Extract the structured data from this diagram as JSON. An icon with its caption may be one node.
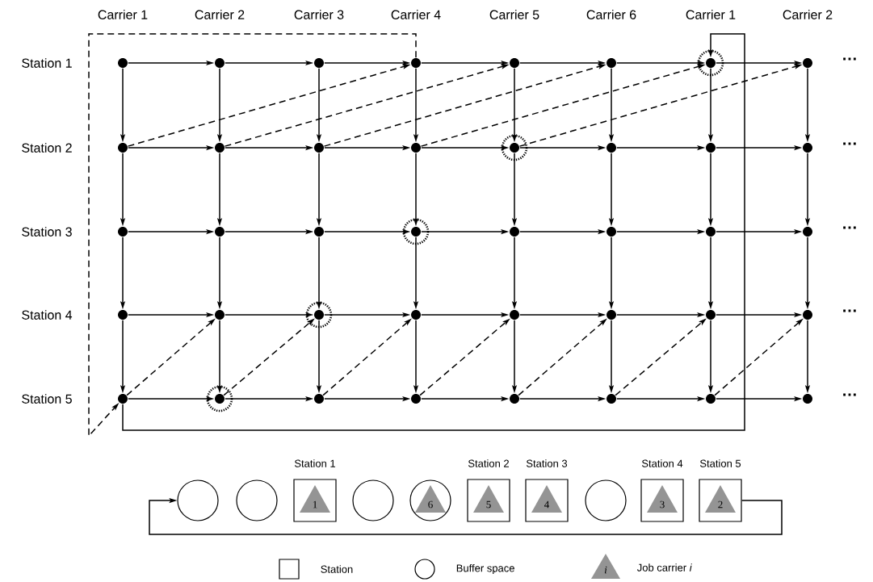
{
  "diagram": {
    "nodes": [
      {
        "text": [],
        "shape": "circle"
      },
      {
        "text": [],
        "shape": "circle"
      },
      {
        "text": [],
        "shape": "circle"
      },
      {
        "text": [],
        "shape": "circle"
      },
      {
        "text": [],
        "shape": "circle"
      },
      {
        "text": [],
        "shape": "circle"
      },
      {
        "text": [],
        "shape": "circle"
      },
      {
        "text": [],
        "shape": "circle"
      },
      {
        "text": [],
        "shape": "circle"
      },
      {
        "text": [],
        "shape": "circle"
      },
      {
        "text": [],
        "shape": "circle"
      },
      {
        "text": [],
        "shape": "circle"
      },
      {
        "text": [],
        "shape": "circle"
      },
      {
        "text": [],
        "shape": "circle"
      },
      {
        "text": [],
        "shape": "circle"
      },
      {
        "text": [],
        "shape": "circle"
      },
      {
        "text": [],
        "shape": "circle"
      },
      {
        "text": [],
        "shape": "circle"
      },
      {
        "text": [],
        "shape": "circle"
      },
      {
        "text": [],
        "shape": "circle"
      },
      {
        "text": [],
        "shape": "circle"
      },
      {
        "text": [],
        "shape": "circle"
      },
      {
        "text": [],
        "shape": "circle"
      },
      {
        "text": [],
        "shape": "circle"
      },
      {
        "text": [],
        "shape": "circle"
      },
      {
        "text": [],
        "shape": "circle"
      },
      {
        "text": [],
        "shape": "circle"
      },
      {
        "text": [],
        "shape": "circle"
      },
      {
        "text": [],
        "shape": "circle"
      },
      {
        "text": [],
        "shape": "circle"
      },
      {
        "text": [],
        "shape": "circle"
      },
      {
        "text": [],
        "shape": "circle"
      },
      {
        "text": [],
        "shape": "circle"
      },
      {
        "text": [],
        "shape": "circle"
      },
      {
        "text": [],
        "shape": "circle"
      },
      {
        "text": [],
        "shape": "circle"
      },
      {
        "text": [],
        "shape": "circle"
      },
      {
        "text": [],
        "shape": "circle"
      },
      {
        "text": [],
        "shape": "circle"
      },
      {
        "text": [],
        "shape": "circle"
      },
      {
        "text": [],
        "shape": "circle"
      },
      {
        "text": [],
        "shape": "circle"
      },
      {
        "text": [
          "Station 1",
          "1"
        ]
      },
      {
        "text": [],
        "shape": "circle"
      },
      {
        "text": [
          "6"
        ]
      },
      {
        "text": [
          "Station 2",
          "5"
        ]
      },
      {
        "text": [
          "Station 3",
          "4"
        ]
      },
      {
        "text": [],
        "shape": "circle"
      },
      {
        "text": [
          "Station 4",
          "3"
        ]
      },
      {
        "text": [
          "Station 5",
          "2"
        ]
      }
    ],
    "edges": [
      {
        "from": 0,
        "to": 1,
        "arrow": "to"
      },
      {
        "from": 1,
        "to": 2,
        "arrow": "to"
      },
      {
        "from": 2,
        "to": 3,
        "arrow": "to"
      },
      {
        "from": 3,
        "to": 4,
        "arrow": "to"
      },
      {
        "from": 4,
        "to": 5,
        "arrow": "to"
      },
      {
        "from": 5,
        "to": 6,
        "arrow": "to"
      },
      {
        "from": 6,
        "to": 7,
        "arrow": "to"
      },
      {
        "from": 8,
        "to": 9,
        "arrow": "to"
      },
      {
        "from": 9,
        "to": 10,
        "arrow": "to"
      },
      {
        "from": 10,
        "to": 11,
        "arrow": "to"
      },
      {
        "from": 11,
        "to": 12,
        "arrow": "to"
      },
      {
        "from": 12,
        "to": 13,
        "arrow": "to"
      },
      {
        "from": 13,
        "to": 14,
        "arrow": "to"
      },
      {
        "from": 14,
        "to": 15,
        "arrow": "to"
      },
      {
        "from": 16,
        "to": 17,
        "arrow": "to"
      },
      {
        "from": 17,
        "to": 18,
        "arrow": "to"
      },
      {
        "from": 18,
        "to": 19,
        "arrow": "to"
      },
      {
        "from": 19,
        "to": 20,
        "arrow": "to"
      },
      {
        "from": 20,
        "to": 21,
        "arrow": "to"
      },
      {
        "from": 21,
        "to": 22,
        "arrow": "to"
      },
      {
        "from": 22,
        "to": 23,
        "arrow": "to"
      },
      {
        "from": 24,
        "to": 25,
        "arrow": "to"
      },
      {
        "from": 25,
        "to": 26,
        "arrow": "to"
      },
      {
        "from": 26,
        "to": 27,
        "arrow": "to"
      },
      {
        "from": 27,
        "to": 28,
        "arrow": "to"
      },
      {
        "from": 28,
        "to": 29,
        "arrow": "to"
      },
      {
        "from": 29,
        "to": 30,
        "arrow": "to"
      },
      {
        "from": 30,
        "to": 31,
        "arrow": "to"
      },
      {
        "from": 32,
        "to": 33,
        "arrow": "to"
      },
      {
        "from": 33,
        "to": 34,
        "arrow": "to"
      },
      {
        "from": 34,
        "to": 35,
        "arrow": "to"
      },
      {
        "from": 35,
        "to": 36,
        "arrow": "to"
      },
      {
        "from": 36,
        "to": 37,
        "arrow": "to"
      },
      {
        "from": 37,
        "to": 38,
        "arrow": "to"
      },
      {
        "from": 38,
        "to": 39,
        "arrow": "to"
      },
      {
        "from": 0,
        "to": 8,
        "arrow": "to"
      },
      {
        "from": 8,
        "to": 16,
        "arrow": "to"
      },
      {
        "from": 16,
        "to": 24,
        "arrow": "to"
      },
      {
        "from": 24,
        "to": 32,
        "arrow": "to"
      },
      {
        "from": 1,
        "to": 9,
        "arrow": "to"
      },
      {
        "from": 9,
        "to": 17,
        "arrow": "to"
      },
      {
        "from": 17,
        "to": 25,
        "arrow": "to"
      },
      {
        "from": 25,
        "to": 33,
        "arrow": "to"
      },
      {
        "from": 2,
        "to": 10,
        "arrow": "to"
      },
      {
        "from": 10,
        "to": 18,
        "arrow": "to"
      },
      {
        "from": 18,
        "to": 26,
        "arrow": "to"
      },
      {
        "from": 26,
        "to": 34,
        "arrow": "to"
      },
      {
        "from": 3,
        "to": 11,
        "arrow": "to"
      },
      {
        "from": 11,
        "to": 19,
        "arrow": "to"
      },
      {
        "from": 19,
        "to": 27,
        "arrow": "to"
      },
      {
        "from": 27,
        "to": 35,
        "arrow": "to"
      },
      {
        "from": 4,
        "to": 12,
        "arrow": "to"
      },
      {
        "from": 12,
        "to": 20,
        "arrow": "to"
      },
      {
        "from": 20,
        "to": 28,
        "arrow": "to"
      },
      {
        "from": 28,
        "to": 36,
        "arrow": "to"
      },
      {
        "from": 5,
        "to": 13,
        "arrow": "to"
      },
      {
        "from": 13,
        "to": 21,
        "arrow": "to"
      },
      {
        "from": 21,
        "to": 29,
        "arrow": "to"
      },
      {
        "from": 29,
        "to": 37,
        "arrow": "to"
      },
      {
        "from": 6,
        "to": 14,
        "arrow": "to"
      },
      {
        "from": 14,
        "to": 22,
        "arrow": "to"
      },
      {
        "from": 22,
        "to": 30,
        "arrow": "to"
      },
      {
        "from": 30,
        "to": 38,
        "arrow": "to"
      },
      {
        "from": 7,
        "to": 15,
        "arrow": "to"
      },
      {
        "from": 15,
        "to": 23,
        "arrow": "to"
      },
      {
        "from": 23,
        "to": 31,
        "arrow": "to"
      },
      {
        "from": 31,
        "to": 39,
        "arrow": "to"
      },
      {
        "from": 8,
        "to": 3,
        "arrow": "to",
        "style": "dashed"
      },
      {
        "from": 9,
        "to": 4,
        "arrow": "to",
        "style": "dashed"
      },
      {
        "from": 10,
        "to": 5,
        "arrow": "to",
        "style": "dashed"
      },
      {
        "from": 11,
        "to": 6,
        "arrow": "to",
        "style": "dashed"
      },
      {
        "from": 12,
        "to": 7,
        "arrow": "to",
        "style": "dashed"
      },
      {
        "from": 32,
        "to": 25,
        "arrow": "to",
        "style": "dashed"
      },
      {
        "from": 33,
        "to": 26,
        "arrow": "to",
        "style": "dashed"
      },
      {
        "from": 34,
        "to": 27,
        "arrow": "to",
        "style": "dashed"
      },
      {
        "from": 35,
        "to": 28,
        "arrow": "to",
        "style": "dashed"
      },
      {
        "from": 36,
        "to": 29,
        "arrow": "to",
        "style": "dashed"
      },
      {
        "from": 37,
        "to": 30,
        "arrow": "to",
        "style": "dashed"
      },
      {
        "from": 38,
        "to": 31,
        "arrow": "to",
        "style": "dashed"
      },
      {
        "from": 3,
        "to": 32,
        "arrow": "to",
        "style": "dashed"
      },
      {
        "from": 32,
        "to": 6,
        "arrow": "to"
      },
      {
        "from": 49,
        "to": 40,
        "arrow": "to"
      }
    ],
    "labels": [
      "Carrier 1",
      "Carrier 2",
      "Carrier 3",
      "Carrier 4",
      "Carrier 5",
      "Carrier 6",
      "Carrier 1",
      "Carrier 2",
      "Station 1",
      "…",
      "Station 2",
      "…",
      "Station 3",
      "…",
      "Station 4",
      "…",
      "Station 5",
      "…",
      "i"
    ],
    "legend": [
      {
        "text": "Station"
      },
      {
        "text": "Buffer space"
      },
      {
        "text": "Job carrier *i*"
      }
    ]
  }
}
